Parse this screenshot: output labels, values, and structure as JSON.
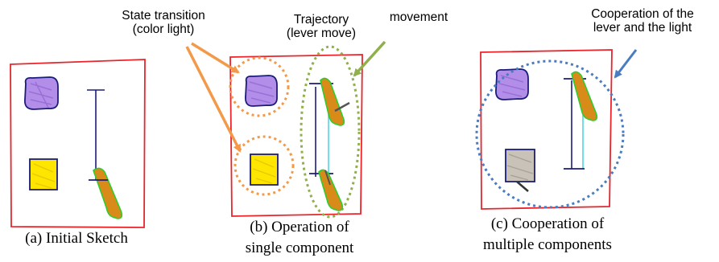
{
  "annotations": {
    "state_transition": [
      "State transition",
      "(color light)"
    ],
    "trajectory": [
      "Trajectory",
      "(lever move)"
    ],
    "movement": "movement",
    "cooperation": [
      "Cooperation of the",
      "lever and the light"
    ]
  },
  "captions": {
    "a": "(a) Initial Sketch",
    "b": [
      "(b) Operation of",
      "single component"
    ],
    "c": [
      "(c) Cooperation of",
      "multiple components"
    ]
  },
  "colors": {
    "frame": "#e8252b",
    "ink": "#1b1d7a",
    "purple_fill": "#b38ee8",
    "yellow_fill": "#ffe600",
    "grey_fill": "#c8c2b8",
    "green_outline": "#2ecc2e",
    "orange_fill": "#d98b1a",
    "orange_dotted": "#f39a4a",
    "green_dotted": "#8fb04a",
    "blue_dotted": "#4a7cc0",
    "cyan_track": "#4fd6e8",
    "orange_arrow": "#f39a4a",
    "green_arrow": "#8fb04a",
    "blue_arrow": "#4a7cc0"
  }
}
